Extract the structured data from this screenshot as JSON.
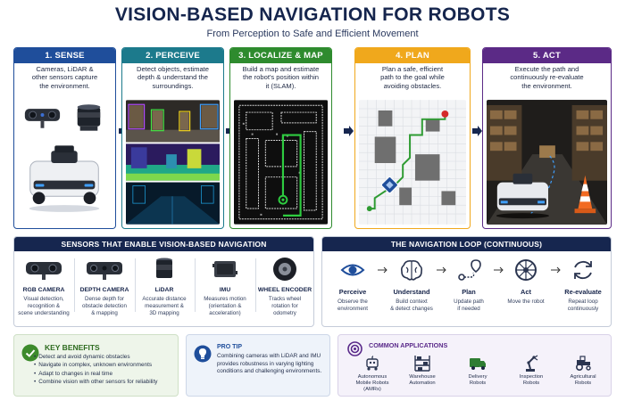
{
  "header": {
    "title": "VISION-BASED NAVIGATION FOR ROBOTS",
    "subtitle": "From Perception to Safe and Efficient Movement"
  },
  "stages": [
    {
      "label": "1. SENSE",
      "color": "#1f4e9b",
      "lines": [
        "Cameras, LiDAR &",
        "other sensors capture",
        "the environment."
      ]
    },
    {
      "label": "2. PERCEIVE",
      "color": "#1c7a8c",
      "lines": [
        "Detect objects, estimate",
        "depth & understand the",
        "surroundings."
      ]
    },
    {
      "label": "3. LOCALIZE & MAP",
      "color": "#2e8b2e",
      "lines": [
        "Build a map and estimate",
        "the robot's position within",
        "it (SLAM)."
      ]
    },
    {
      "label": "4. PLAN",
      "color": "#f0a81c",
      "lines": [
        "Plan a safe, efficient",
        "path to the goal while",
        "avoiding obstacles."
      ]
    },
    {
      "label": "5. ACT",
      "color": "#5b2a86",
      "lines": [
        "Execute the path and",
        "continuously re-evaluate",
        "the environment."
      ]
    }
  ],
  "sensors": {
    "heading": "SENSORS THAT ENABLE VISION-BASED NAVIGATION",
    "items": [
      {
        "name": "RGB CAMERA",
        "lines": [
          "Visual detection,",
          "recognition &",
          "scene understanding"
        ],
        "icon": "rgb-camera-icon"
      },
      {
        "name": "DEPTH CAMERA",
        "lines": [
          "Dense depth for",
          "obstacle detection",
          "& mapping"
        ],
        "icon": "depth-camera-icon"
      },
      {
        "name": "LiDAR",
        "lines": [
          "Accurate distance",
          "measurement &",
          "3D mapping"
        ],
        "icon": "lidar-icon"
      },
      {
        "name": "IMU",
        "lines": [
          "Measures motion",
          "(orientation &",
          "acceleration)"
        ],
        "icon": "imu-icon"
      },
      {
        "name": "WHEEL ENCODER",
        "lines": [
          "Tracks wheel",
          "rotation for",
          "odometry"
        ],
        "icon": "wheel-icon"
      }
    ]
  },
  "loop": {
    "heading": "THE NAVIGATION LOOP (CONTINUOUS)",
    "steps": [
      {
        "name": "Perceive",
        "lines": [
          "Observe the",
          "environment"
        ],
        "icon": "eye-icon"
      },
      {
        "name": "Understand",
        "lines": [
          "Build context",
          "& detect changes"
        ],
        "icon": "brain-icon"
      },
      {
        "name": "Plan",
        "lines": [
          "Update path",
          "if needed"
        ],
        "icon": "route-icon"
      },
      {
        "name": "Act",
        "lines": [
          "Move the robot",
          ""
        ],
        "icon": "wheel-steer-icon"
      },
      {
        "name": "Re-evaluate",
        "lines": [
          "Repeat loop",
          "continuously"
        ],
        "icon": "refresh-icon"
      }
    ]
  },
  "benefits": {
    "heading": "KEY BENEFITS",
    "items": [
      "Detect and avoid dynamic obstacles",
      "Navigate in complex, unknown environments",
      "Adapt to changes in real time",
      "Combine vision with other sensors for reliability"
    ]
  },
  "tip": {
    "heading": "PRO TIP",
    "text": "Combining cameras with LiDAR and IMU provides robustness in varying lighting conditions and challenging environments."
  },
  "applications": {
    "heading": "COMMON APPLICATIONS",
    "items": [
      {
        "lines": [
          "Autonomous",
          "Mobile Robots",
          "(AMRs)"
        ],
        "icon": "amr-icon"
      },
      {
        "lines": [
          "Warehouse",
          "Automation",
          ""
        ],
        "icon": "warehouse-shelf-icon"
      },
      {
        "lines": [
          "Delivery",
          "Robots",
          ""
        ],
        "icon": "delivery-truck-icon"
      },
      {
        "lines": [
          "Inspection",
          "Robots",
          ""
        ],
        "icon": "robot-arm-icon"
      },
      {
        "lines": [
          "Agricultural",
          "Robots",
          ""
        ],
        "icon": "tractor-icon"
      }
    ]
  },
  "colors": {
    "navy": "#16264f",
    "green": "#2e8b2e",
    "planYellow": "#f0a81c",
    "purple": "#5b2a86",
    "cone": "#f26a21"
  }
}
